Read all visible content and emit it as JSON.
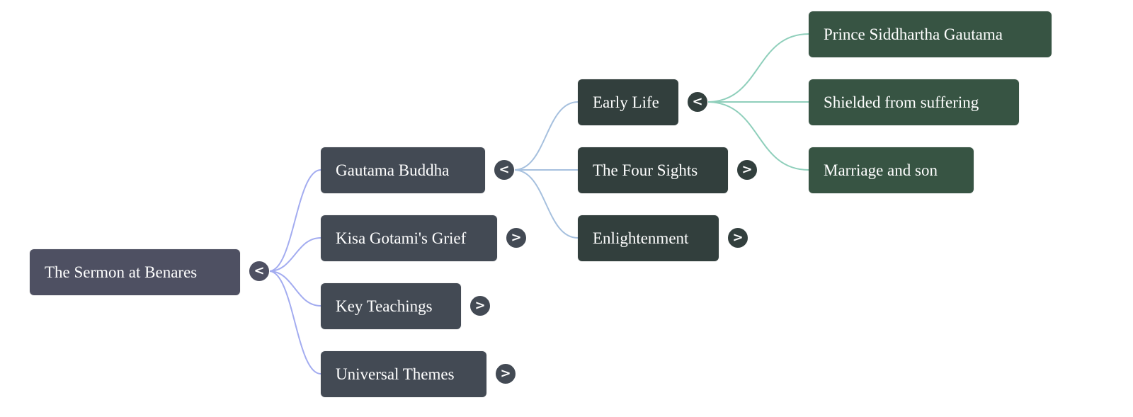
{
  "mindmap": {
    "root": {
      "id": "root",
      "label": "The Sermon at Benares",
      "toggle": "<",
      "expanded": true
    },
    "level1": [
      {
        "id": "gautama",
        "label": "Gautama Buddha",
        "toggle": "<",
        "expanded": true
      },
      {
        "id": "kisa",
        "label": "Kisa Gotami's Grief",
        "toggle": ">",
        "expanded": false
      },
      {
        "id": "teachings",
        "label": "Key Teachings",
        "toggle": ">",
        "expanded": false
      },
      {
        "id": "themes",
        "label": "Universal Themes",
        "toggle": ">",
        "expanded": false
      }
    ],
    "level2": [
      {
        "id": "early",
        "parent": "gautama",
        "label": "Early Life",
        "toggle": "<",
        "expanded": true
      },
      {
        "id": "sights",
        "parent": "gautama",
        "label": "The Four Sights",
        "toggle": ">",
        "expanded": false
      },
      {
        "id": "enlight",
        "parent": "gautama",
        "label": "Enlightenment",
        "toggle": ">",
        "expanded": false
      }
    ],
    "level3": [
      {
        "id": "prince",
        "parent": "early",
        "label": "Prince Siddhartha Gautama"
      },
      {
        "id": "shielded",
        "parent": "early",
        "label": "Shielded from suffering"
      },
      {
        "id": "marriage",
        "parent": "early",
        "label": "Marriage and son"
      }
    ]
  },
  "colors": {
    "root_node": "#4e5062",
    "level1_node": "#434a54",
    "level2_node": "#323f3d",
    "level3_node": "#375443",
    "link_level1": "#a3acf0",
    "link_level2": "#a6c0de",
    "link_level3": "#8fcfbb"
  }
}
